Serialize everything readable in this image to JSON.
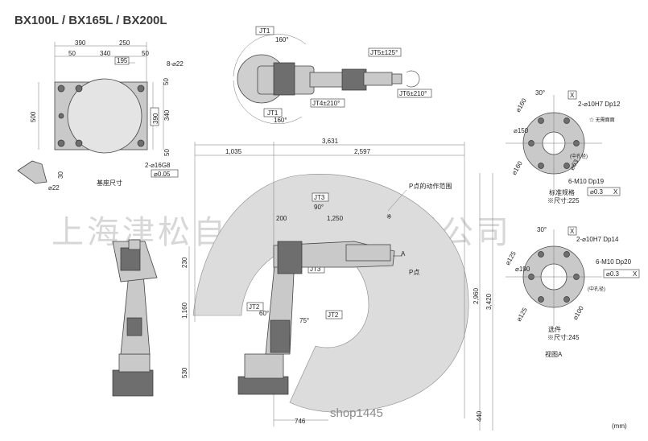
{
  "title": "BX100L / BX165L / BX200L",
  "watermark": "上海津松自动化科技有限公司",
  "watermark_shop": "shop1445",
  "units": "(mm)",
  "base": {
    "dims_top": [
      "390",
      "250",
      "50",
      "340",
      "50",
      "195"
    ],
    "dims_side": [
      "50",
      "390",
      "340",
      "50",
      "500"
    ],
    "hole": "8-⌀22",
    "pin": "2-⌀16G8",
    "tol": "⌀0.05",
    "shoe_h": "30",
    "shoe_d": "⌀22",
    "caption": "基座尺寸"
  },
  "top_view": {
    "jt1_a": "JT1",
    "jt1_a_deg": "160°",
    "jt1_b": "JT1",
    "jt1_b_deg": "160°",
    "jt4": "JT4±210°",
    "jt5": "JT5±125°",
    "jt6": "JT6±210°"
  },
  "range": {
    "dims_top": [
      "3,631",
      "1,035",
      "2,597"
    ],
    "dim_2960": "2,960",
    "dim_3420": "3,420",
    "dim_1160": "1,160",
    "dim_230": "230",
    "dim_530": "530",
    "dim_200": "200",
    "dim_1250": "1,250",
    "dim_746": "746",
    "dim_440": "440",
    "p_range": "P点的动作范围",
    "p_point": "P点",
    "a_mark": "A",
    "star": "※",
    "jt3": "JT3",
    "jt3_deg": "90°",
    "jt3_b": "JT3",
    "jt2": "JT2",
    "jt2_deg": "75°",
    "jt2_b": "JT2",
    "jt2_deg_b": "60°"
  },
  "flange_std": {
    "angle": "30°",
    "x": "X",
    "d1": "⌀160",
    "d2": "⌀150",
    "d3": "⌀63",
    "hole1": "2-⌀10H7 Dp12",
    "hole2": "6-M10 Dp19",
    "tol": "⌀0.3",
    "tol_x": "X",
    "center": "(中孔径)",
    "flat": "☆ 无需面面",
    "label1": "标准规格",
    "label2": "※尺寸:225"
  },
  "flange_opt": {
    "angle": "30°",
    "x": "X",
    "d1": "⌀125",
    "d2": "⌀190",
    "d3": "⌀100",
    "d4": "⌀125",
    "hole1": "2-⌀10H7 Dp14",
    "hole2": "6-M10 Dp20",
    "tol": "⌀0.3",
    "tol_x": "X",
    "center": "(中孔径)",
    "label1": "选件",
    "label2": "※尺寸:245",
    "view": "视图A"
  }
}
